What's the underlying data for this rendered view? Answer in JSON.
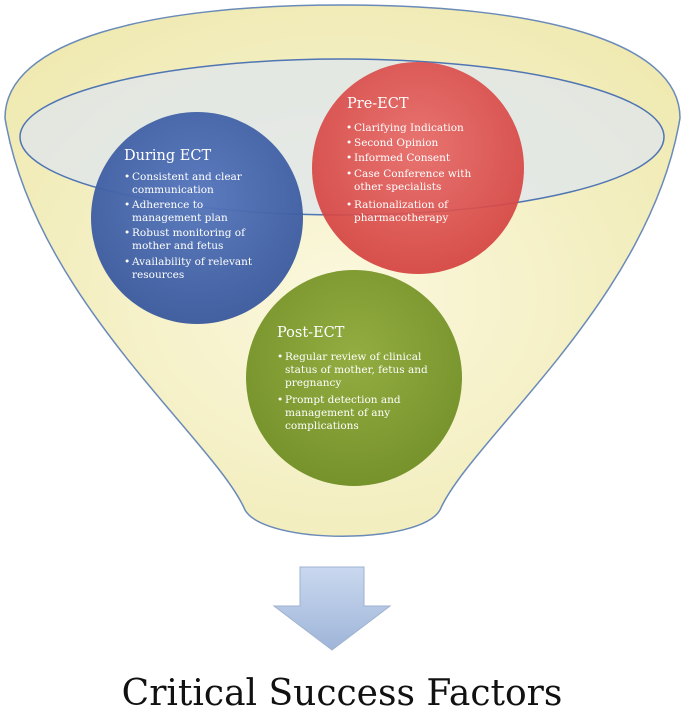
{
  "diagram": {
    "caption": "Critical Success Factors",
    "colors": {
      "funnel_fill": "#f7f3c8",
      "funnel_stroke": "#6a8ab8",
      "rim_fill": "#dfe5ee",
      "during_ect": "#4a6bb0",
      "pre_ect": "#e0504e",
      "post_ect": "#86a035",
      "arrow": "#b7c9e4"
    },
    "circles": {
      "during": {
        "title": "During ECT",
        "bullets": [
          "Consistent and clear",
          "communication",
          "Adherence to",
          "management plan",
          "Robust monitoring of",
          "mother and fetus",
          "Availability of relevant",
          "resources"
        ]
      },
      "pre": {
        "title": "Pre-ECT",
        "bullets": [
          "Clarifying Indication",
          "Second Opinion",
          "Informed Consent",
          "Case Conference with",
          "other specialists",
          "Rationalization of",
          "pharmacotherapy"
        ]
      },
      "post": {
        "title": "Post-ECT",
        "bullets": [
          "Regular review of clinical",
          "status of mother, fetus and",
          "pregnancy",
          "Prompt detection and",
          "management of any",
          "complications"
        ]
      }
    }
  }
}
